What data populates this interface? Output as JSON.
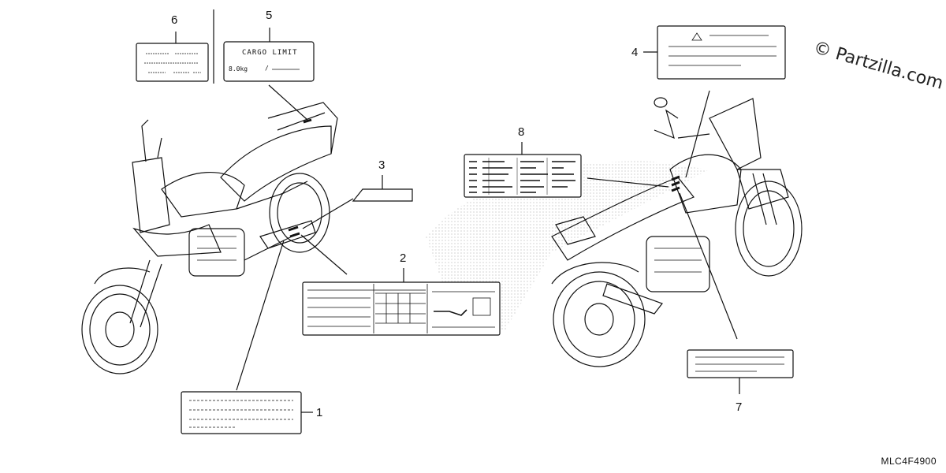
{
  "callouts": {
    "c1": "1",
    "c2": "2",
    "c3": "3",
    "c4": "4",
    "c5": "5",
    "c6": "6",
    "c7": "7",
    "c8": "8"
  },
  "cargo_label": {
    "title": "CARGO LIMIT",
    "value": "8.0kg",
    "separator": "/"
  },
  "warning_icon": "warning-triangle-icon",
  "watermark": "© Partzilla.com",
  "diagram_code": "MLC4F4900",
  "colors": {
    "line": "#111111",
    "label_fill": "#ffffff",
    "stipple": "#9a9a9a"
  }
}
